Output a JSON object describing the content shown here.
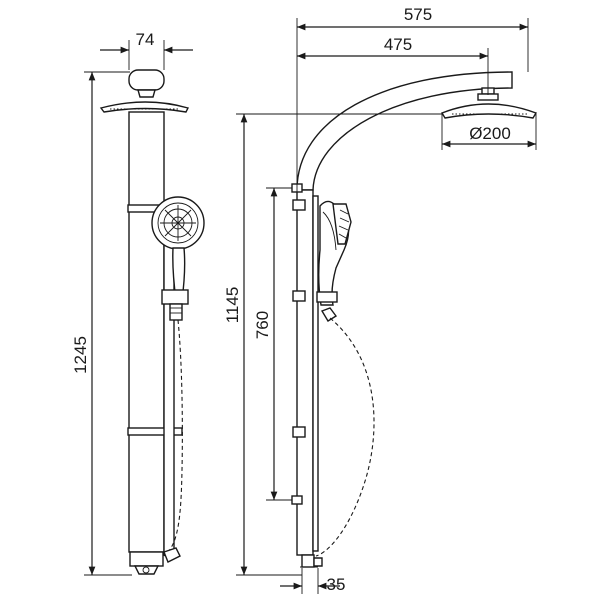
{
  "dimensions": {
    "front_width": "74",
    "total_height": "1245",
    "rail_height": "1145",
    "slider_travel": "760",
    "arm_reach_total": "575",
    "arm_reach": "475",
    "head_diameter": "Ø200",
    "wall_offset": "35"
  },
  "colors": {
    "line": "#1a1a1a",
    "background": "#ffffff"
  }
}
